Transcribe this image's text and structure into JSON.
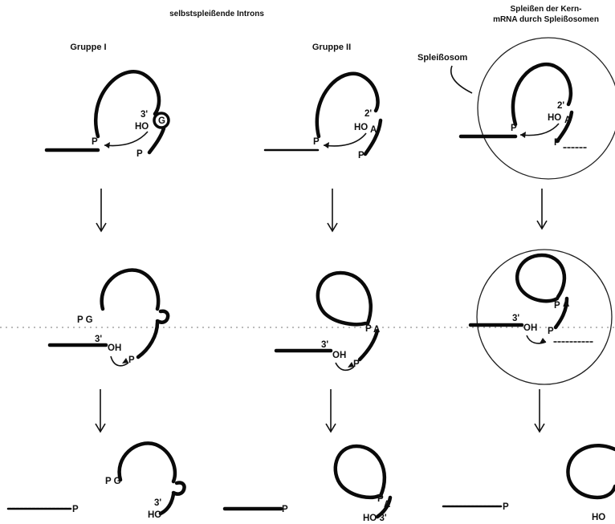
{
  "header": {
    "self_splicing": "selbstspleißende Introns",
    "spliceosome_title_line1": "Spleißen der Kern-",
    "spliceosome_title_line2": "mRNA durch Spleißosomen"
  },
  "columns": {
    "group1": "Gruppe I",
    "group2": "Gruppe II",
    "spliceosome_label": "Spleißosom"
  },
  "labels": {
    "p": "P",
    "three_prime": "3'",
    "two_prime": "2'",
    "ho": "HO",
    "oh": "OH",
    "g": "G",
    "a": "A",
    "pg": "P G",
    "ho_3prime": "HO 3'"
  }
}
